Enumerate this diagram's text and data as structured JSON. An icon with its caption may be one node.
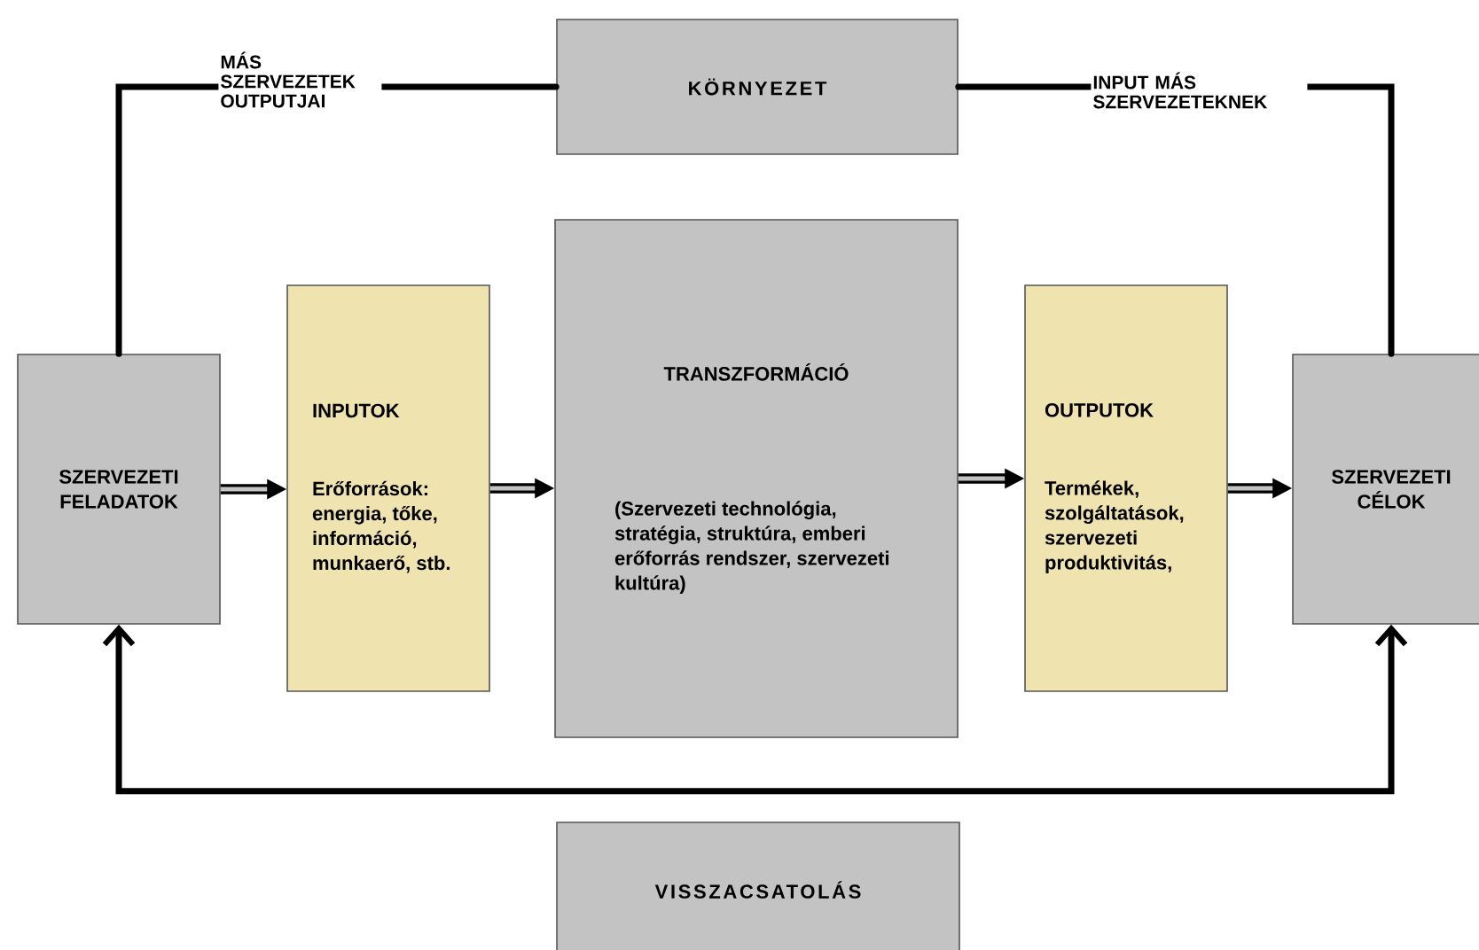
{
  "diagram": {
    "nodes": [
      {
        "text": [
          "KÖRNYEZET"
        ]
      },
      {
        "text": [
          "SZERVEZETI FELADATOK"
        ]
      },
      {
        "text": [
          "INPUTOK",
          "Erőforrások: energia, tőke, információ, munkaerő, stb."
        ]
      },
      {
        "text": [
          "TRANSZFORMÁCIÓ",
          "(Szervezeti technológia, stratégia, struktúra, emberi erőforrás rendszer, szervezeti kultúra)"
        ]
      },
      {
        "text": [
          "OUTPUTOK",
          "Termékek, szolgáltatások, szervezeti produktivitás,"
        ]
      },
      {
        "text": [
          "SZERVEZETI CÉLOK"
        ]
      },
      {
        "text": [
          "VISSZACSATOLÁS"
        ]
      }
    ],
    "edges": [
      {
        "from": 1,
        "to": 0,
        "arrow": "none",
        "label": "MÁS SZERVEZETEK OUTPUTJAI"
      },
      {
        "from": 0,
        "to": 5,
        "arrow": "none",
        "label": "INPUT MÁS SZERVEZETEKNEK"
      },
      {
        "from": 1,
        "to": 2,
        "arrow": "to"
      },
      {
        "from": 2,
        "to": 3,
        "arrow": "to"
      },
      {
        "from": 3,
        "to": 4,
        "arrow": "to"
      },
      {
        "from": 4,
        "to": 5,
        "arrow": "to"
      },
      {
        "from": 1,
        "to": 5,
        "arrow": "both"
      }
    ]
  }
}
